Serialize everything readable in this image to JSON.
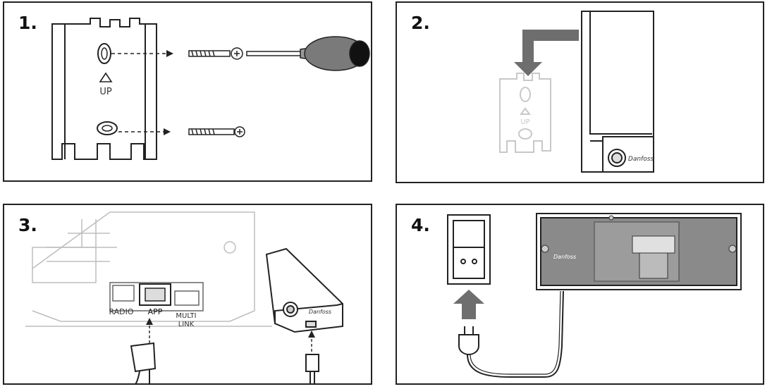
{
  "steps": [
    {
      "number": "1."
    },
    {
      "number": "2."
    },
    {
      "number": "3."
    },
    {
      "number": "4."
    }
  ],
  "panel1": {
    "up_label": "UP"
  },
  "panel2": {
    "up_label": "UP",
    "brand": "Danfoss"
  },
  "panel3": {
    "port_radio": "RADIO",
    "port_app": "APP",
    "port_multi": "MULTI",
    "port_link": "LINK",
    "brand": "Danfoss"
  },
  "panel4": {
    "brand": "Danfoss"
  },
  "colors": {
    "outline": "#222222",
    "arrow_grey": "#6e6e6e",
    "handle_grey": "#7a7a7a",
    "faded": "#c8c8c8",
    "controller_body": "#8a8a8a"
  }
}
